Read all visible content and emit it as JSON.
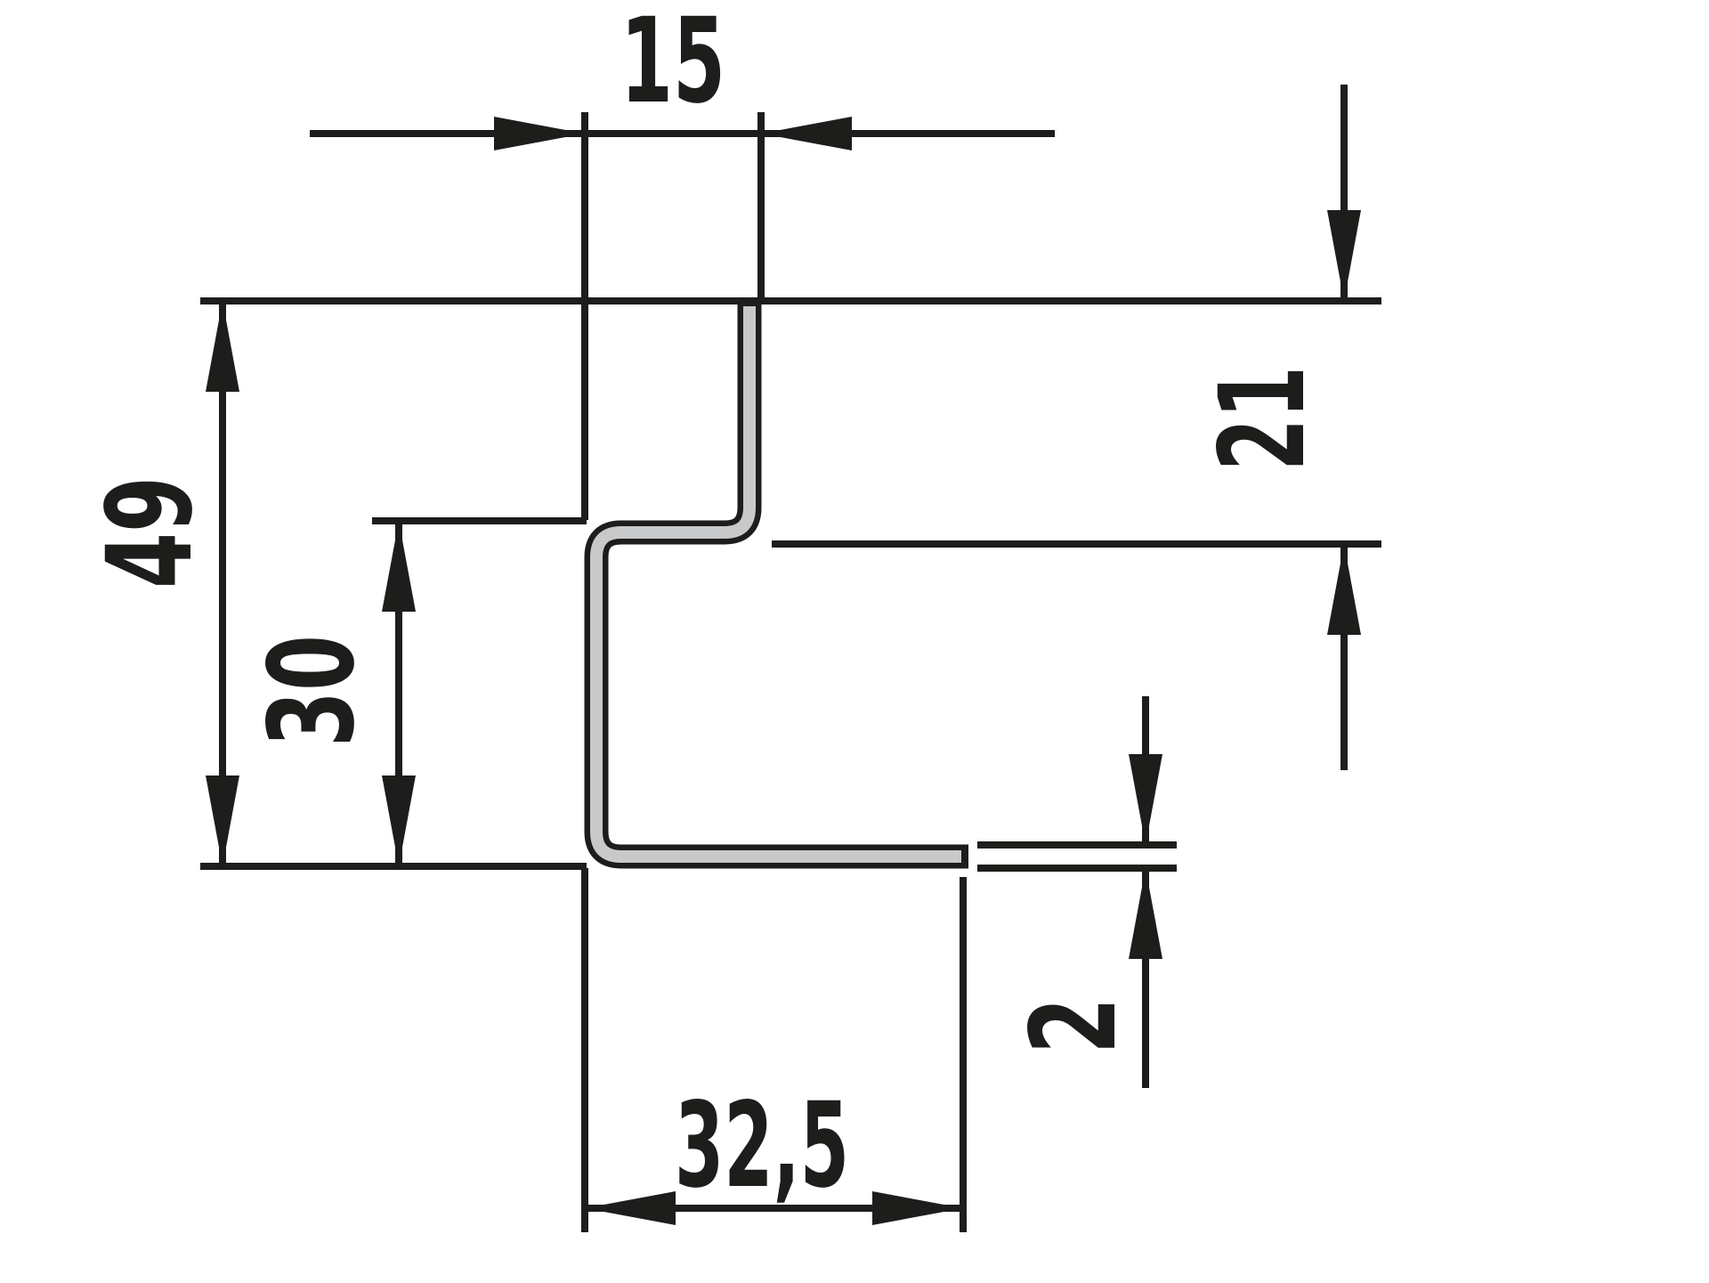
{
  "drawing": {
    "kind": "technical-profile-cross-section",
    "colors": {
      "ink": "#1d1d1b",
      "profile": "#c8c9ca",
      "background": "#ffffff"
    },
    "dimensions": {
      "top_offset": "15",
      "total_height": "49",
      "inner_height": "30",
      "upper_height": "21",
      "thickness": "2",
      "bottom_width": "32,5"
    }
  }
}
